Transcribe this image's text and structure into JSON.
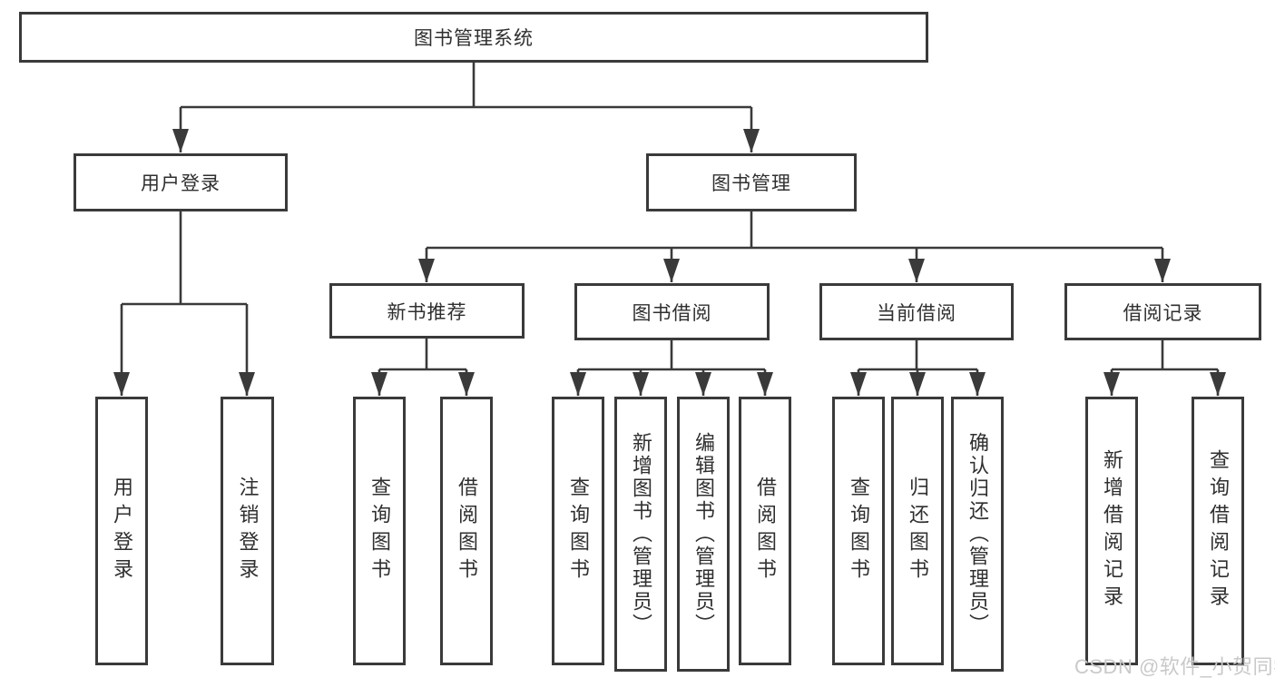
{
  "diagram": {
    "type": "tree-structure-chart",
    "colors": {
      "background": "#ffffff",
      "line": "#3a3a3a",
      "box_border": "#3a3a3a",
      "text": "#2f2f2f",
      "watermark_text": "#c9c9c9"
    },
    "nodes": {
      "root": {
        "label": "图书管理系统"
      },
      "level2": [
        {
          "label": "用户登录"
        },
        {
          "label": "图书管理"
        }
      ],
      "level3": [
        {
          "label": "新书推荐",
          "parent": "图书管理"
        },
        {
          "label": "图书借阅",
          "parent": "图书管理"
        },
        {
          "label": "当前借阅",
          "parent": "图书管理"
        },
        {
          "label": "借阅记录",
          "parent": "图书管理"
        }
      ],
      "leaves": [
        {
          "label": "用户登录",
          "parent": "用户登录"
        },
        {
          "label": "注销登录",
          "parent": "用户登录"
        },
        {
          "label": "查询图书",
          "parent": "新书推荐"
        },
        {
          "label": "借阅图书",
          "parent": "新书推荐"
        },
        {
          "label": "查询图书",
          "parent": "图书借阅"
        },
        {
          "label": "新增图书（管理员）",
          "parent": "图书借阅"
        },
        {
          "label": "编辑图书（管理员）",
          "parent": "图书借阅"
        },
        {
          "label": "借阅图书",
          "parent": "图书借阅"
        },
        {
          "label": "查询图书",
          "parent": "当前借阅"
        },
        {
          "label": "归还图书",
          "parent": "当前借阅"
        },
        {
          "label": "确认归还（管理员）",
          "parent": "当前借阅"
        },
        {
          "label": "新增借阅记录",
          "parent": "借阅记录"
        },
        {
          "label": "查询借阅记录",
          "parent": "借阅记录"
        }
      ]
    },
    "watermark": "CSDN @软件_小贺同学"
  }
}
